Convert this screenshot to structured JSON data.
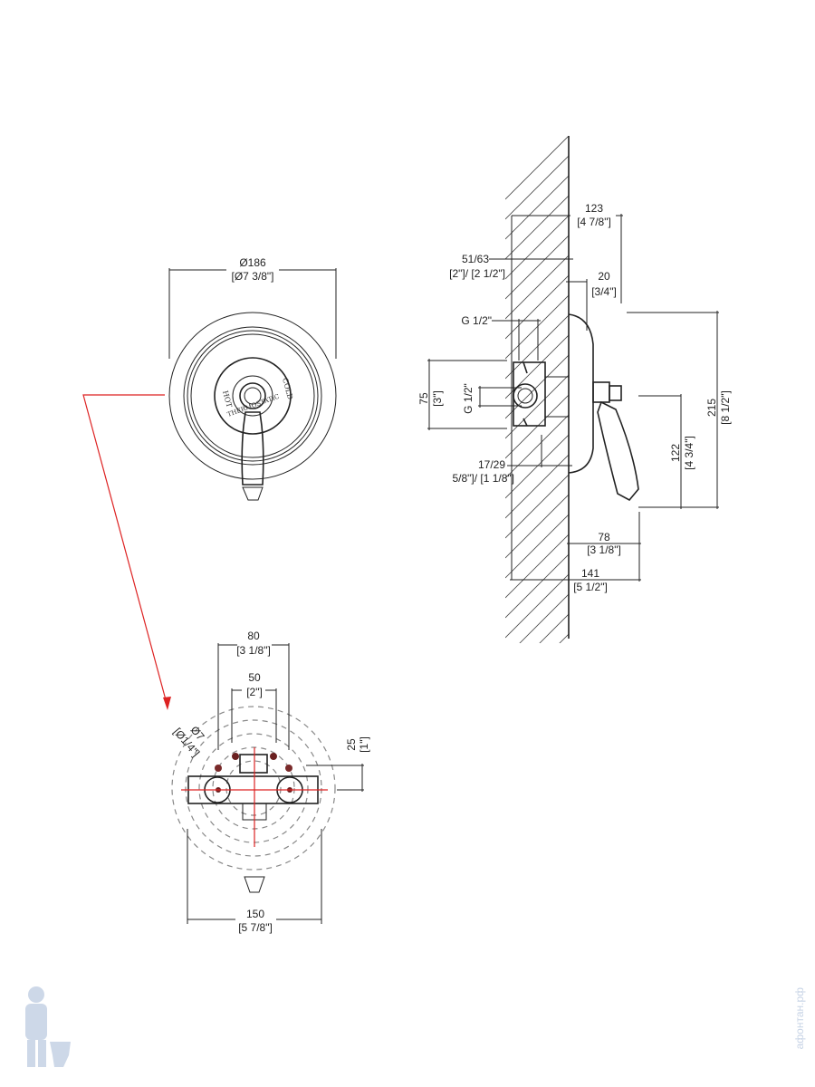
{
  "front_view": {
    "diameter_mm": "Ø186",
    "diameter_in": "[Ø7 3/8\"]",
    "dial_labels": [
      "HOT",
      "THERMOSTATIC",
      "COLD"
    ]
  },
  "side_view": {
    "d123": "123",
    "d123_in": "[4 7/8\"]",
    "d5163": "51/63",
    "d5163_in": "[2\"]/ [2 1/2\"]",
    "d20": "20",
    "d20_in": "[3/4\"]",
    "g_top": "G 1/2\"",
    "d75": "75",
    "d75_in": "[3\"]",
    "g_side": "G 1/2\"",
    "d1729": "17/29",
    "d1729_in": "5/8\"]/ [1 1/8\"]",
    "d215": "215",
    "d215_in": "[8 1/2\"]",
    "d122": "122",
    "d122_in": "[4 3/4\"]",
    "d78": "78",
    "d78_in": "[3 1/8\"]",
    "d141": "141",
    "d141_in": "[5 1/2\"]"
  },
  "body_view": {
    "d80": "80",
    "d80_in": "[3 1/8\"]",
    "d50": "50",
    "d50_in": "[2\"]",
    "d25": "25",
    "d25_in": "[1\"]",
    "d_hole": "Ø7",
    "d_hole_in": "[Ø1/4\"]",
    "d150": "150",
    "d150_in": "[5 7/8\"]"
  },
  "watermark": "афонтан.рф",
  "colors": {
    "line": "#222222",
    "center_line": "#dd2222",
    "watermark": "#c8d4e6"
  }
}
